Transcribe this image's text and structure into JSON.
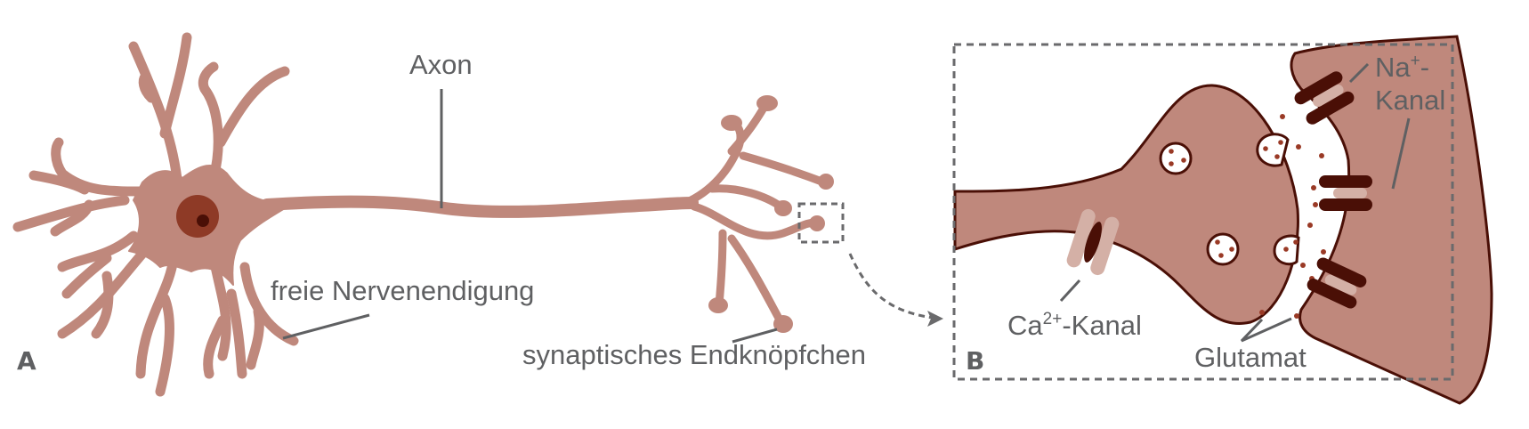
{
  "colors": {
    "neuron": "#bf887c",
    "nucleus": "#8e3a26",
    "nucleolus": "#4a0f06",
    "outline": "#4a0f06",
    "channel_dark": "#4a0f06",
    "channel_light": "#d4b0a6",
    "glutamat_dot": "#9a3a26",
    "label": "#5f6062",
    "dashed": "#6a6a6c"
  },
  "panel_a": {
    "letter": "A",
    "labels": {
      "axon": "Axon",
      "free_nerve_ending": "freie Nervenendigung",
      "synaptic_button": "synaptisches Endknöpfchen"
    }
  },
  "panel_b": {
    "letter": "B",
    "labels": {
      "na_channel_line1": "Na",
      "na_channel_sup": "+",
      "na_channel_dash": "-",
      "na_channel_line2": "Kanal",
      "ca_channel_prefix": "Ca",
      "ca_channel_sup": "2+",
      "ca_channel_suffix": "-Kanal",
      "glutamate": "Glutamat"
    }
  }
}
